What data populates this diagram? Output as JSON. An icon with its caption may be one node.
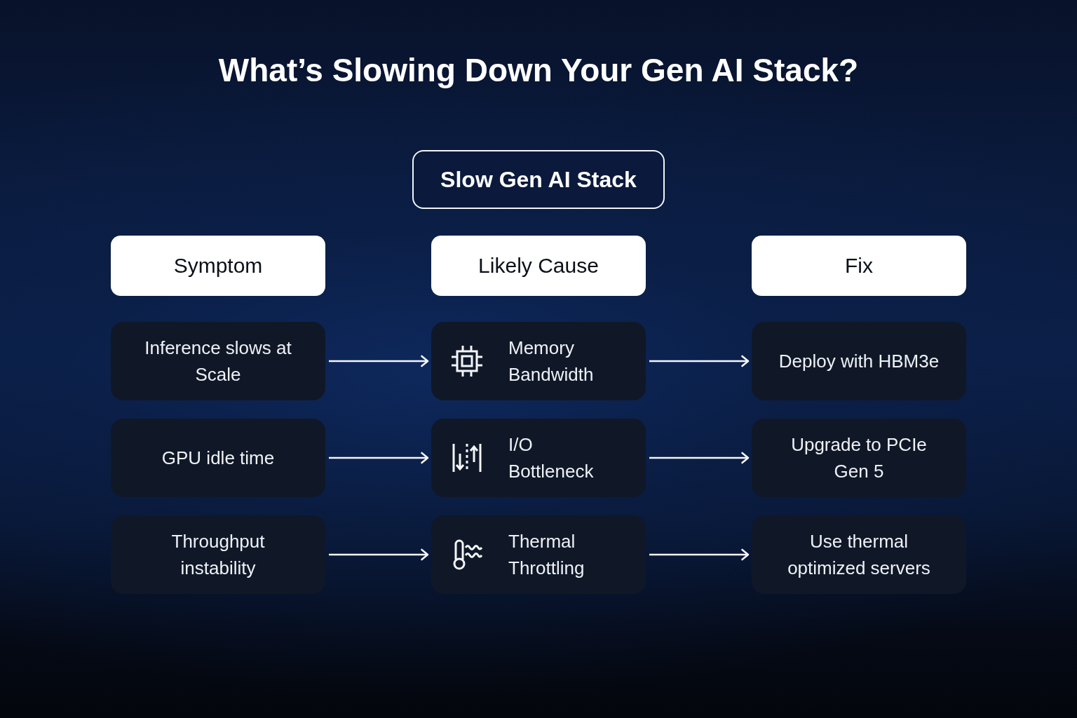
{
  "diagram": {
    "title": "What’s Slowing Down Your Gen AI Stack?",
    "nodes": [
      {
        "text": [
          "Slow Gen AI Stack"
        ]
      },
      {
        "text": [
          "Symptom"
        ]
      },
      {
        "text": [
          "Likely Cause"
        ]
      },
      {
        "text": [
          "Fix"
        ]
      },
      {
        "text": [
          "Inference slows at Scale"
        ]
      },
      {
        "text": [
          "Memory Bandwidth"
        ]
      },
      {
        "text": [
          "Deploy with HBM3e"
        ]
      },
      {
        "text": [
          "GPU idle time"
        ]
      },
      {
        "text": [
          "I/O Bottleneck"
        ]
      },
      {
        "text": [
          "Upgrade to PCIe Gen 5"
        ]
      },
      {
        "text": [
          "Throughput instability"
        ]
      },
      {
        "text": [
          "Thermal Throttling"
        ]
      },
      {
        "text": [
          "Use thermal optimized servers"
        ]
      }
    ],
    "edges": [
      {
        "from": 4,
        "to": 5,
        "arrow": "to"
      },
      {
        "from": 5,
        "to": 6,
        "arrow": "to"
      },
      {
        "from": 7,
        "to": 8,
        "arrow": "to"
      },
      {
        "from": 8,
        "to": 9,
        "arrow": "to"
      },
      {
        "from": 10,
        "to": 11,
        "arrow": "to"
      },
      {
        "from": 11,
        "to": 12,
        "arrow": "to"
      }
    ]
  }
}
